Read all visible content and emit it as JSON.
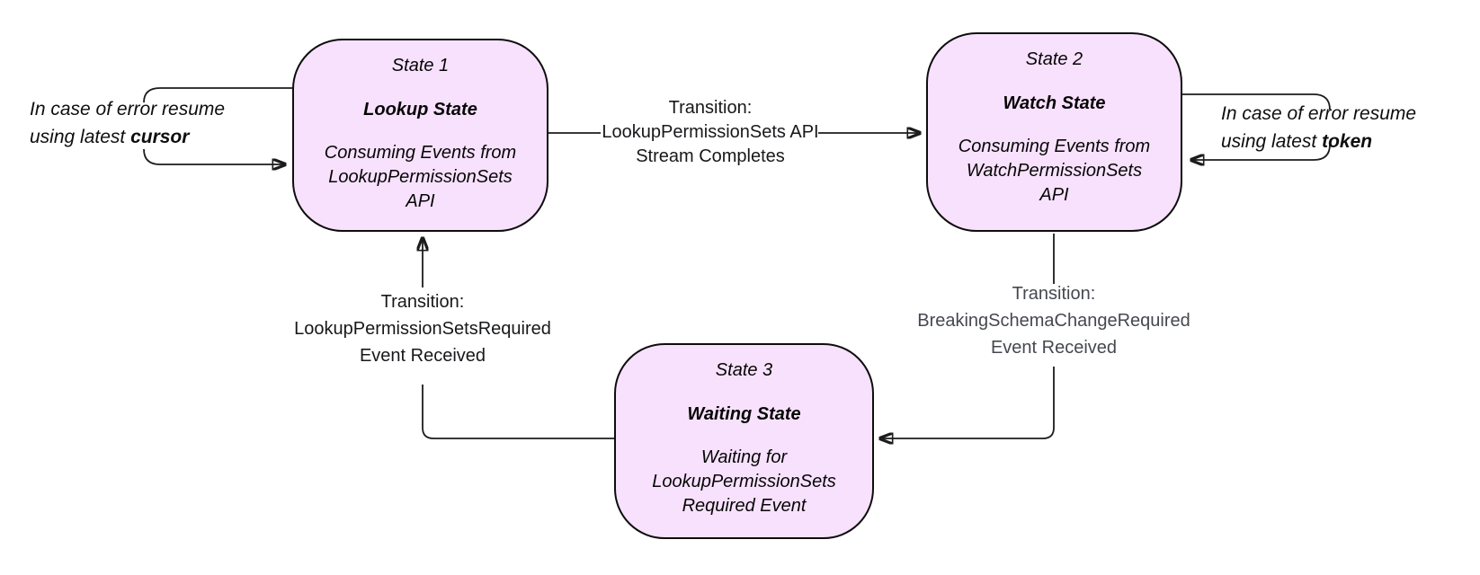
{
  "states": [
    {
      "title": "State 1",
      "name": "Lookup State",
      "desc_lines": [
        "Consuming Events from",
        "LookupPermissionSets",
        "API"
      ]
    },
    {
      "title": "State 2",
      "name": "Watch State",
      "desc_lines": [
        "Consuming Events from",
        "WatchPermissionSets",
        "API"
      ]
    },
    {
      "title": "State 3",
      "name": "Waiting State",
      "desc_lines": [
        "Waiting for",
        "LookupPermissionSets",
        "Required Event"
      ]
    }
  ],
  "transitions": [
    {
      "from": "State 1",
      "to": "State 2",
      "title": "Transition:",
      "lines": [
        "LookupPermissionSets API",
        "Stream Completes"
      ]
    },
    {
      "from": "State 2",
      "to": "State 3",
      "title": "Transition:",
      "lines": [
        "BreakingSchemaChangeRequired",
        "Event Received"
      ]
    },
    {
      "from": "State 3",
      "to": "State 1",
      "title": "Transition:",
      "lines": [
        "LookupPermissionSetsRequired",
        "Event Received"
      ]
    }
  ],
  "annotations": [
    {
      "attached_to": "State 1",
      "text": "In case of error resume using latest ",
      "bold": "cursor"
    },
    {
      "attached_to": "State 2",
      "text": "In case of error resume using latest ",
      "bold": "token"
    }
  ],
  "colors": {
    "state_fill": "#f8e1fc",
    "state_border": "#0d0d0d",
    "connector": "#1c1c1c",
    "label_text": "#17181a",
    "label_text_muted": "#45484f",
    "background": "#ffffff"
  }
}
